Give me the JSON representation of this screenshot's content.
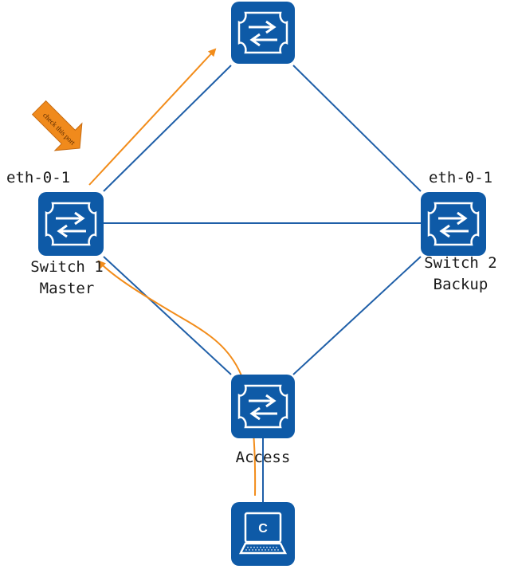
{
  "nodes": {
    "top": {
      "label": ""
    },
    "switch1": {
      "port": "eth-0-1",
      "name": "Switch 1",
      "role": "Master"
    },
    "switch2": {
      "port": "eth-0-1",
      "name": "Switch 2",
      "role": "Backup"
    },
    "access": {
      "name": "Access"
    },
    "pc": {
      "glyph": "C"
    }
  },
  "annotation": {
    "text": "check this port"
  },
  "colors": {
    "device_blue": "#0e5aa7",
    "link_blue": "#1f5fa8",
    "path_orange": "#f28c1a",
    "arrow_fill": "#f08a1c"
  },
  "icons": [
    "switch-icon",
    "laptop-icon",
    "annotation-arrow-icon"
  ]
}
